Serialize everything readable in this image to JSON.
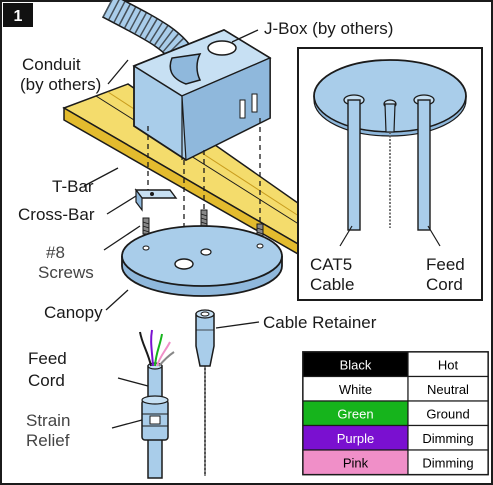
{
  "step_number": "1",
  "labels": {
    "jbox": "J-Box (by others)",
    "conduit_line1": "Conduit",
    "conduit_line2": "(by others)",
    "tbar": "T-Bar",
    "crossbar": "Cross-Bar",
    "screws_line1": "#8",
    "screws_line2": "Screws",
    "canopy": "Canopy",
    "cable_retainer": "Cable Retainer",
    "feed_cord_line1": "Feed",
    "feed_cord_line2": "Cord",
    "strain_relief_line1": "Strain",
    "strain_relief_line2": "Relief"
  },
  "inset": {
    "cat5_line1": "CAT5",
    "cat5_line2": "Cable",
    "feed_line1": "Feed",
    "feed_line2": "Cord"
  },
  "wire_table": [
    {
      "color_name": "Black",
      "function": "Hot",
      "swatch": "#000000",
      "text_color": "#ffffff"
    },
    {
      "color_name": "White",
      "function": "Neutral",
      "swatch": "#ffffff",
      "text_color": "#000000"
    },
    {
      "color_name": "Green",
      "function": "Ground",
      "swatch": "#16b41c",
      "text_color": "#ffffff"
    },
    {
      "color_name": "Purple",
      "function": "Dimming",
      "swatch": "#7a10d0",
      "text_color": "#ffffff"
    },
    {
      "color_name": "Pink",
      "function": "Dimming",
      "swatch": "#f08fc8",
      "text_color": "#000000"
    }
  ],
  "colors": {
    "part_fill": "#a9cdea",
    "part_dark": "#7fa9cf",
    "tbar_fill": "#f4dc6c",
    "tbar_dark": "#e3bb2e",
    "outline": "#1b1b1b"
  }
}
